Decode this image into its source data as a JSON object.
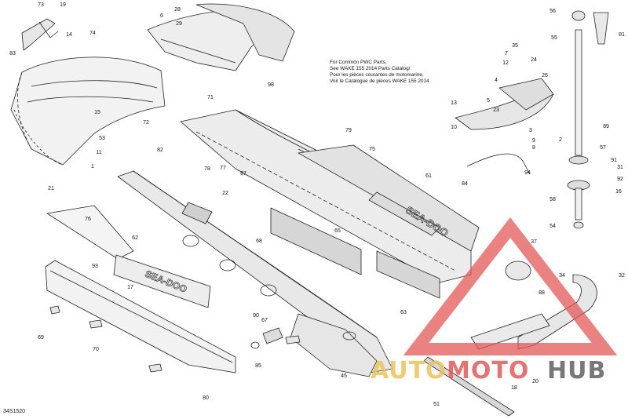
{
  "diagram": {
    "note_lines": [
      "For Common PWC Parts,",
      "See WAKE 155 2014 Parts Catalog/",
      "Pour les pièces courantes de motomarine,",
      "Voir le Catalogue de pièces WAKE 155 2014"
    ],
    "figure_code": "34S1520",
    "brand_decal_text": "SEA-DOO",
    "callouts": [
      "73",
      "19",
      "83",
      "14",
      "74",
      "28",
      "6",
      "29",
      "98",
      "56",
      "81",
      "55",
      "35",
      "7",
      "12",
      "24",
      "4",
      "26",
      "5",
      "13",
      "23",
      "10",
      "3",
      "9",
      "8",
      "15",
      "53",
      "72",
      "11",
      "1",
      "21",
      "71",
      "79",
      "75",
      "77",
      "87",
      "82",
      "78",
      "61",
      "84",
      "94",
      "89",
      "2",
      "57",
      "91",
      "31",
      "92",
      "16",
      "58",
      "54",
      "22",
      "76",
      "62",
      "65",
      "68",
      "93",
      "17",
      "69",
      "70",
      "63",
      "37",
      "34",
      "32",
      "88",
      "90",
      "67",
      "85",
      "45",
      "80",
      "20",
      "18",
      "51"
    ]
  },
  "watermark": {
    "part1": "AUTO",
    "part2": "MOTO",
    "part3": "HUB",
    "colors": {
      "auto": "#ecc25a",
      "moto": "#e45858",
      "hub": "#606060"
    }
  }
}
